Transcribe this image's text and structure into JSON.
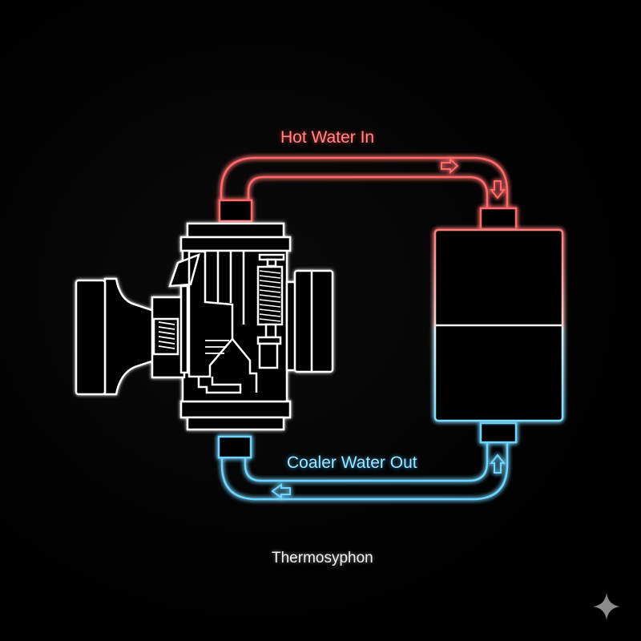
{
  "diagram": {
    "title": "Thermosyphon",
    "labels": {
      "hot": "Hot Water In",
      "cold": "Coaler Water Out"
    },
    "components": [
      {
        "id": "engine",
        "name": "Engine / pump cross-section",
        "color": "#ffffff"
      },
      {
        "id": "tank",
        "name": "Radiator / storage tank",
        "top_color": "#ff6b6b",
        "bottom_color": "#7fdcff"
      },
      {
        "id": "hot-pipe",
        "name": "Hot water pipe",
        "color": "#ff5a5a",
        "flow": [
          "right",
          "down"
        ]
      },
      {
        "id": "cold-pipe",
        "name": "Cold water pipe",
        "color": "#5fd0ff",
        "flow": [
          "up",
          "left"
        ]
      }
    ],
    "colors": {
      "background": "#000000",
      "hot": "#ff5a5a",
      "cold": "#5fd0ff",
      "outline": "#ffffff",
      "sparkle": "#8a8a8a"
    },
    "watermark_icon": "sparkle-icon"
  }
}
